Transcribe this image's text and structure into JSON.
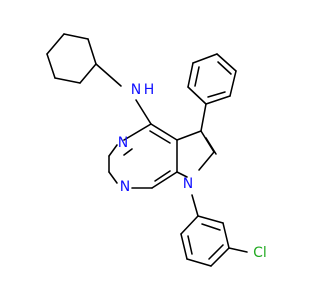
{
  "molecule": {
    "atoms": {
      "nh_n": "N",
      "nh_h": "H",
      "n3": "N",
      "n1": "N",
      "n7": "N",
      "cl": "Cl"
    },
    "colors": {
      "nitrogen": "#1010ff",
      "chlorine": "#22aa22",
      "carbon": "#000000",
      "background": "#ffffff"
    }
  }
}
